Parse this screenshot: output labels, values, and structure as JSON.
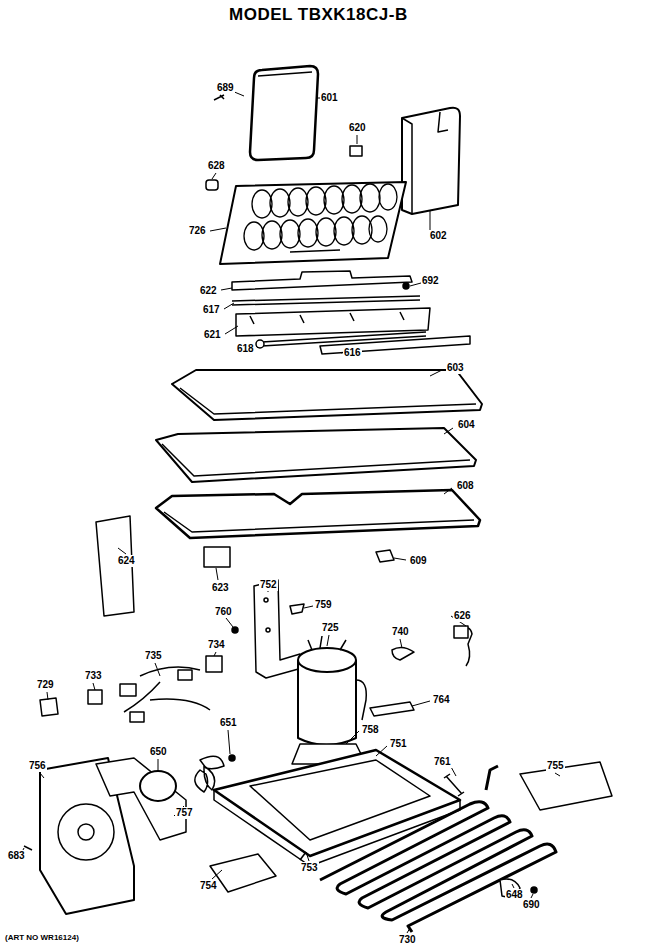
{
  "diagram": {
    "title": "MODEL TBXK18CJ-B",
    "caption": "(ART NO WR16124)",
    "labels": [
      "689",
      "601",
      "620",
      "628",
      "602",
      "726",
      "622",
      "692",
      "617",
      "621",
      "618",
      "616",
      "603",
      "604",
      "608",
      "624",
      "609",
      "623",
      "752",
      "759",
      "760",
      "725",
      "740",
      "626",
      "734",
      "735",
      "733",
      "729",
      "764",
      "651",
      "758",
      "650",
      "751",
      "761",
      "755",
      "756",
      "757",
      "683",
      "753",
      "754",
      "648",
      "690",
      "730"
    ]
  }
}
